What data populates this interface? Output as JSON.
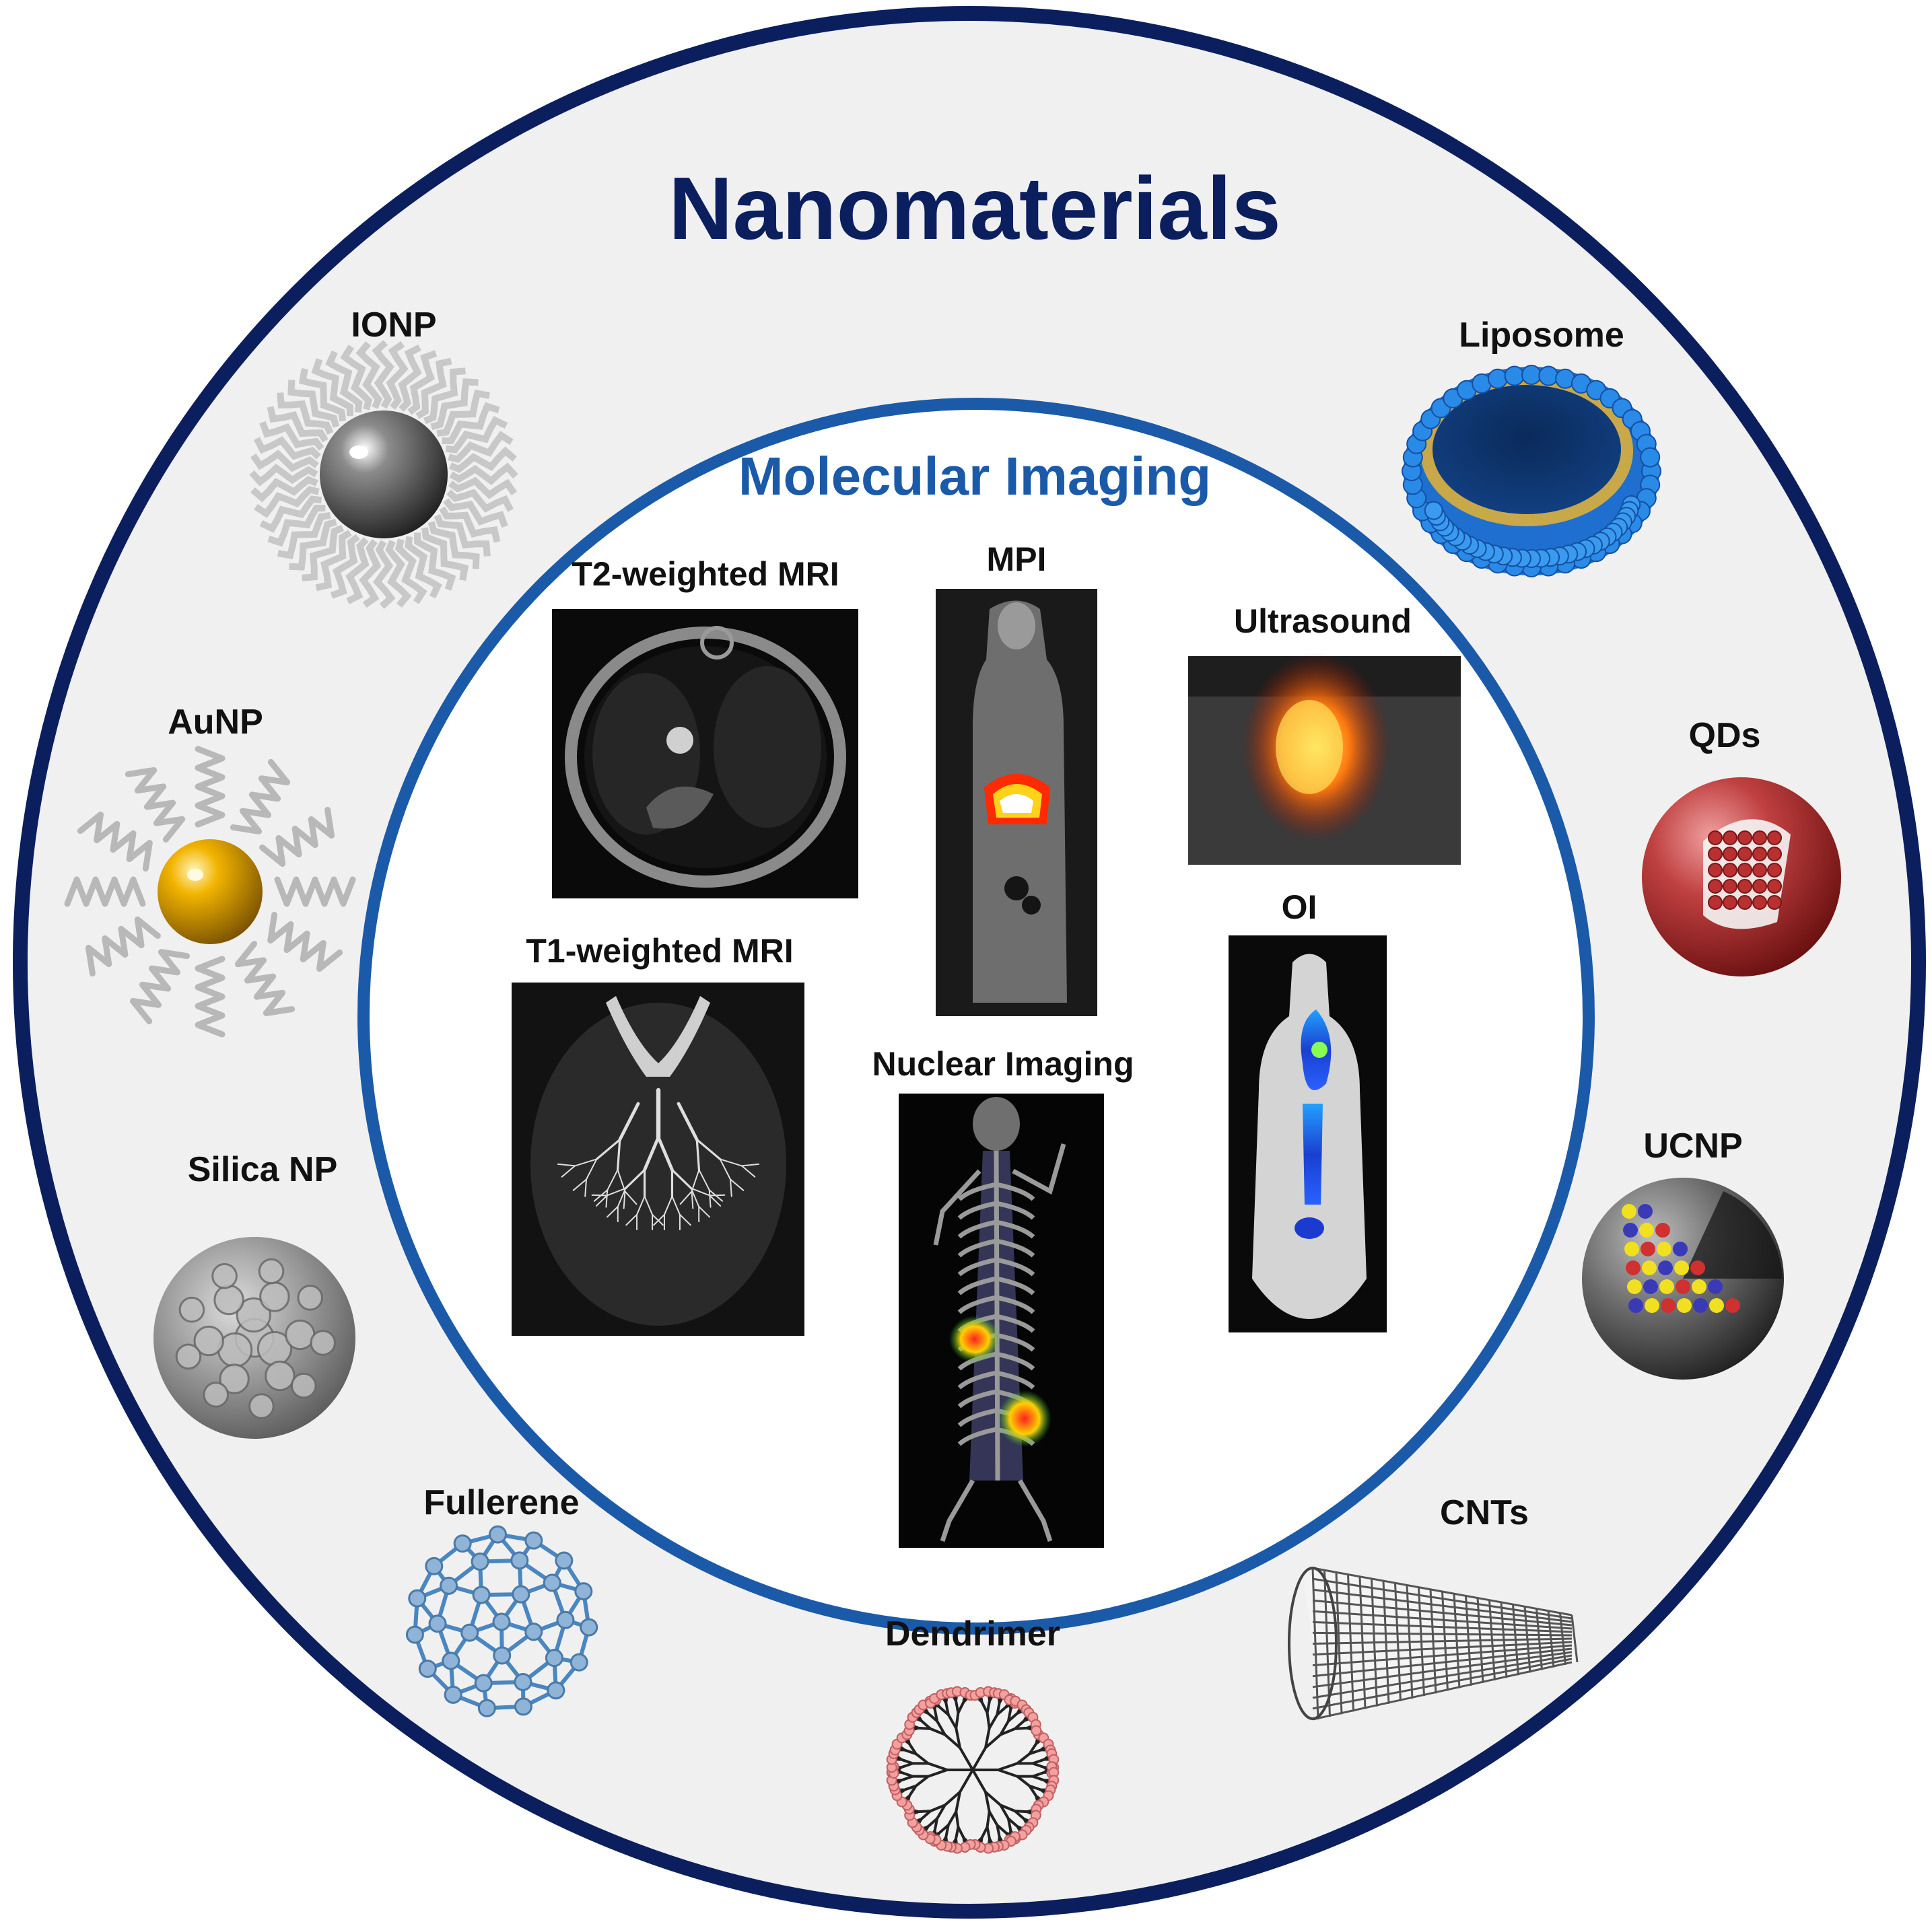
{
  "title": "Nanomaterials",
  "subtitle": "Molecular Imaging",
  "colors": {
    "outer_ring": "#0b1f5e",
    "inner_ring": "#1b5aa8",
    "title": "#0b1f5e",
    "subtitle": "#1b5aa8",
    "panel_fill": "#f0f0f0"
  },
  "nanomaterials": [
    {
      "label": "IONP",
      "icon": "ionp-icon"
    },
    {
      "label": "AuNP",
      "icon": "aunp-icon"
    },
    {
      "label": "Silica NP",
      "icon": "silica-np-icon"
    },
    {
      "label": "Fullerene",
      "icon": "fullerene-icon"
    },
    {
      "label": "Dendrimer",
      "icon": "dendrimer-icon"
    },
    {
      "label": "CNTs",
      "icon": "cnt-icon"
    },
    {
      "label": "UCNP",
      "icon": "ucnp-icon"
    },
    {
      "label": "QDs",
      "icon": "quantum-dot-icon"
    },
    {
      "label": "Liposome",
      "icon": "liposome-icon"
    }
  ],
  "imaging": [
    {
      "label": "T2-weighted MRI"
    },
    {
      "label": "MPI"
    },
    {
      "label": "Ultrasound"
    },
    {
      "label": "T1-weighted MRI"
    },
    {
      "label": "Nuclear Imaging"
    },
    {
      "label": "OI"
    }
  ]
}
